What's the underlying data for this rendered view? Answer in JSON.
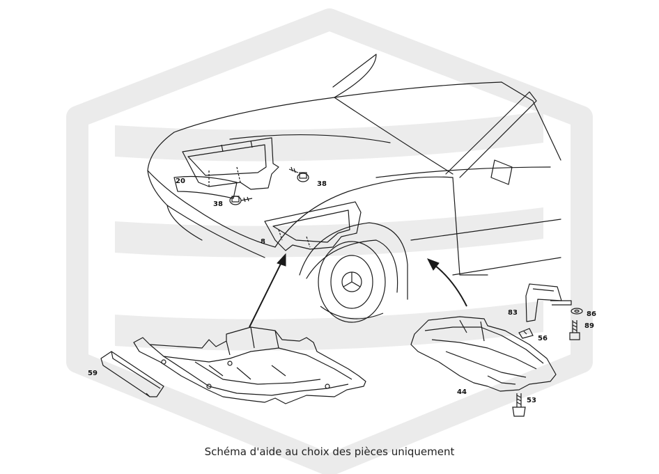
{
  "caption": "Schéma d'aide au choix des pièces uniquement",
  "colors": {
    "line": "#1a1a1a",
    "watermark": "#ebebeb",
    "background": "#ffffff"
  },
  "callouts": {
    "c20": "20",
    "c38a": "38",
    "c38b": "38",
    "c8": "8",
    "c83": "83",
    "c86": "86",
    "c89": "89",
    "c56": "56",
    "c59": "59",
    "c44": "44",
    "c53": "53"
  }
}
